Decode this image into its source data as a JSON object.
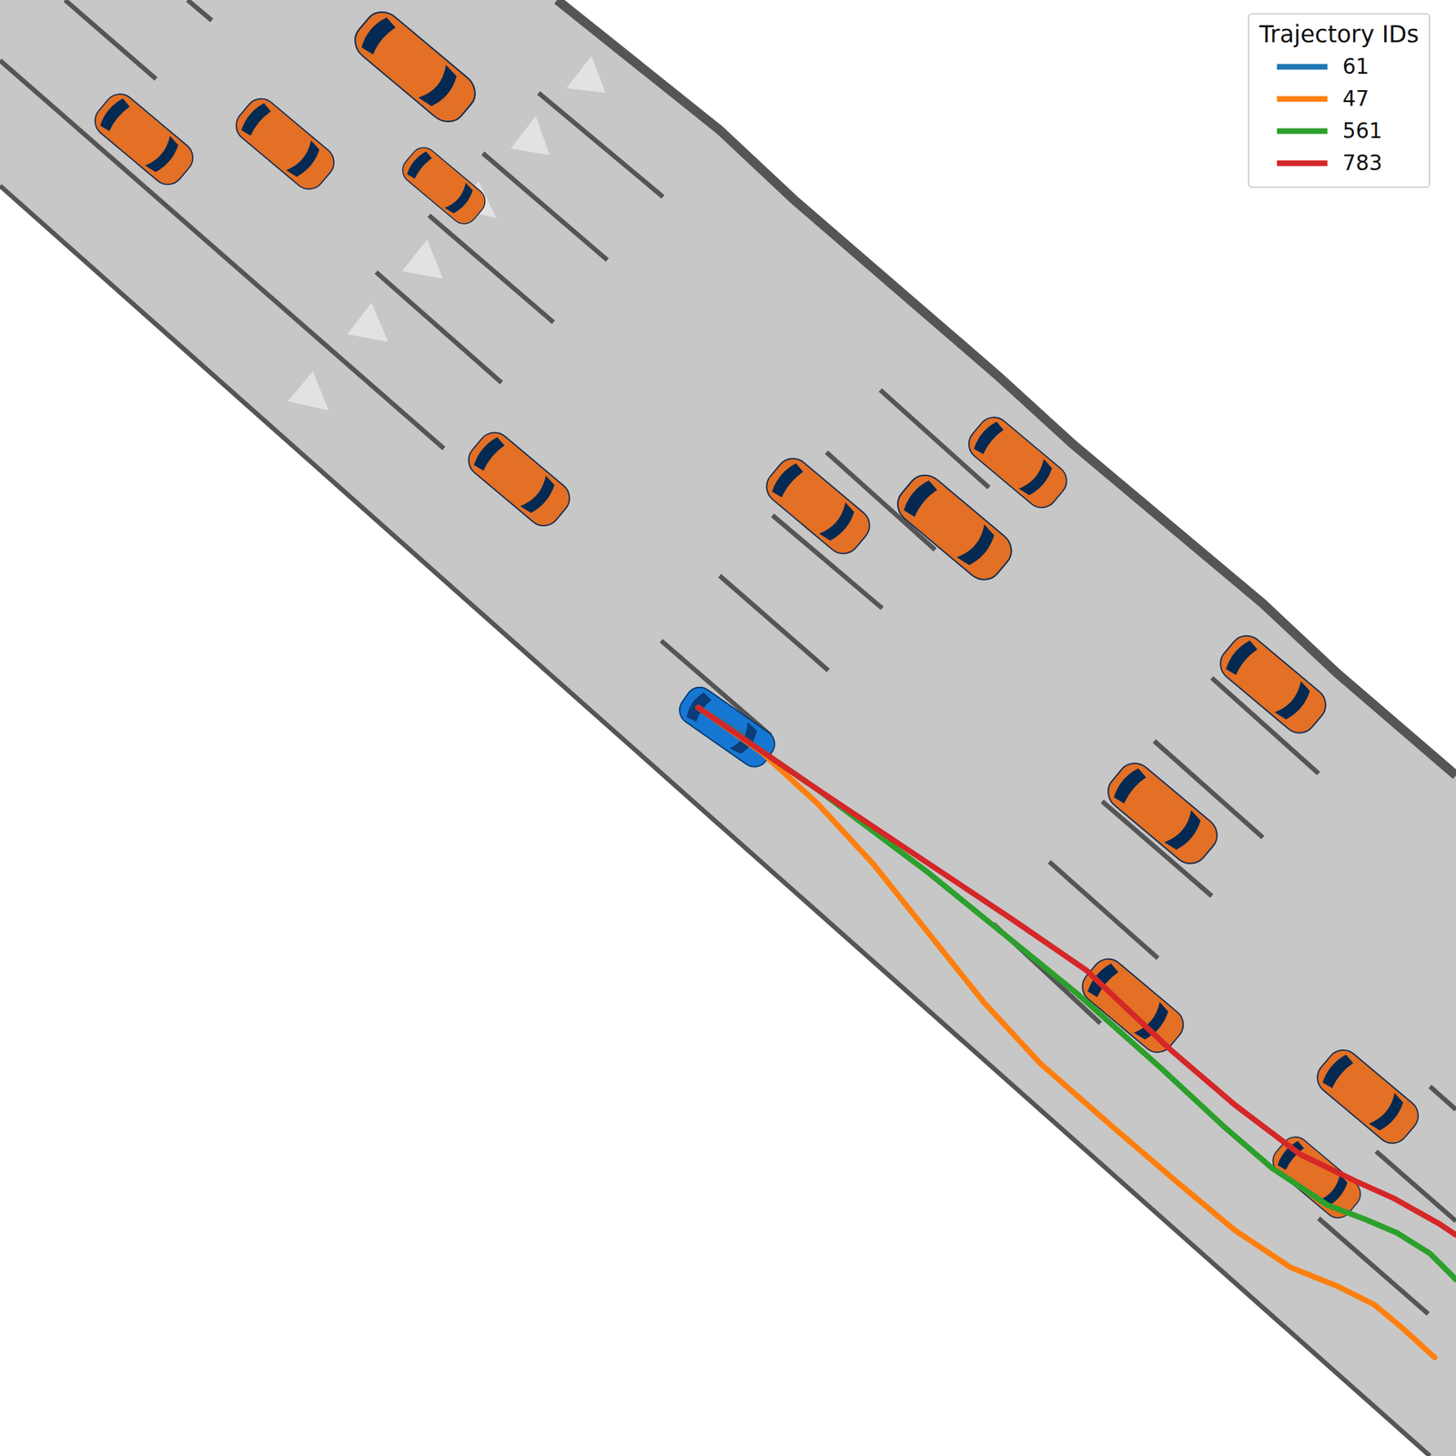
{
  "diagram": {
    "labels": [
      "Trajectory IDs"
    ],
    "legend": [
      {
        "text": "61"
      },
      {
        "text": "47"
      },
      {
        "text": "561"
      },
      {
        "text": "783"
      }
    ]
  }
}
